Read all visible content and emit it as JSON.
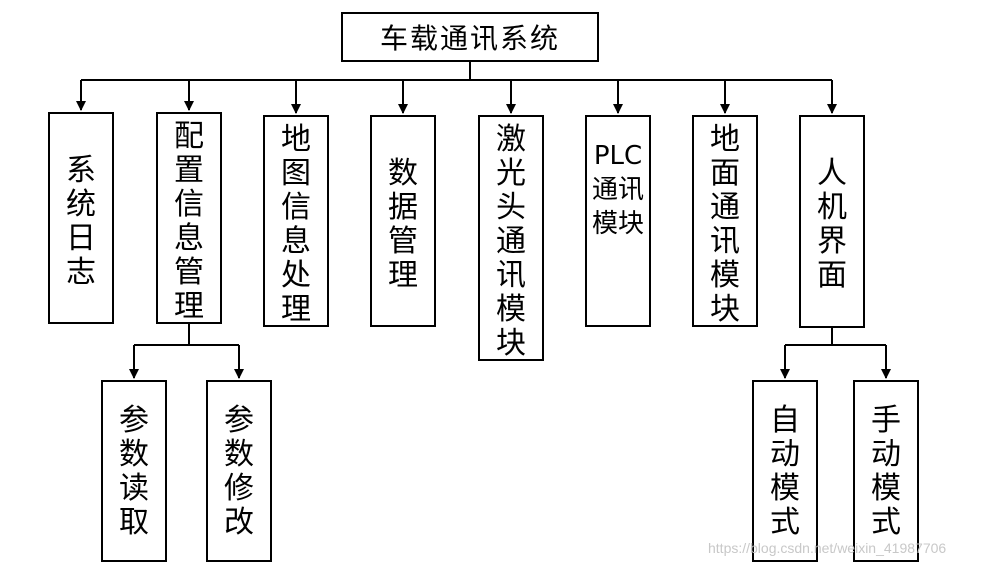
{
  "diagram": {
    "root": "车载通讯系统",
    "modules": [
      {
        "label": "系统日志"
      },
      {
        "label": "配置信息管理",
        "children": [
          "参数读取",
          "参数修改"
        ]
      },
      {
        "label": "地图信息处理"
      },
      {
        "label": "数据管理"
      },
      {
        "label": "激光头通讯模块"
      },
      {
        "label": "PLC通讯模块"
      },
      {
        "label": "地面通讯模块"
      },
      {
        "label": "人机界面",
        "children": [
          "自动模式",
          "手动模式"
        ]
      }
    ]
  },
  "watermark": "https://blog.csdn.net/weixin_41987706"
}
